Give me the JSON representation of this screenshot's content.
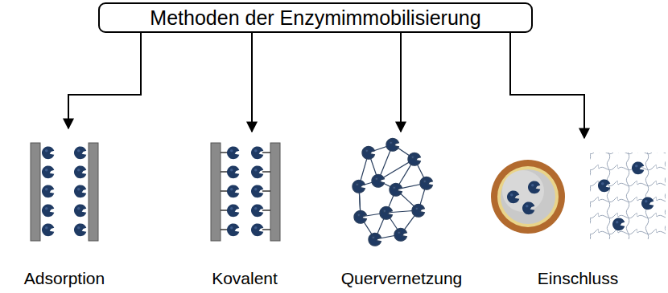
{
  "diagram": {
    "nodes": [
      {
        "text": [
          "Methoden der Enzymimmobilisierung"
        ]
      }
    ],
    "labels": [
      "Adsorption",
      "Kovalent",
      "Quervernetzung",
      "Einschluss"
    ]
  }
}
